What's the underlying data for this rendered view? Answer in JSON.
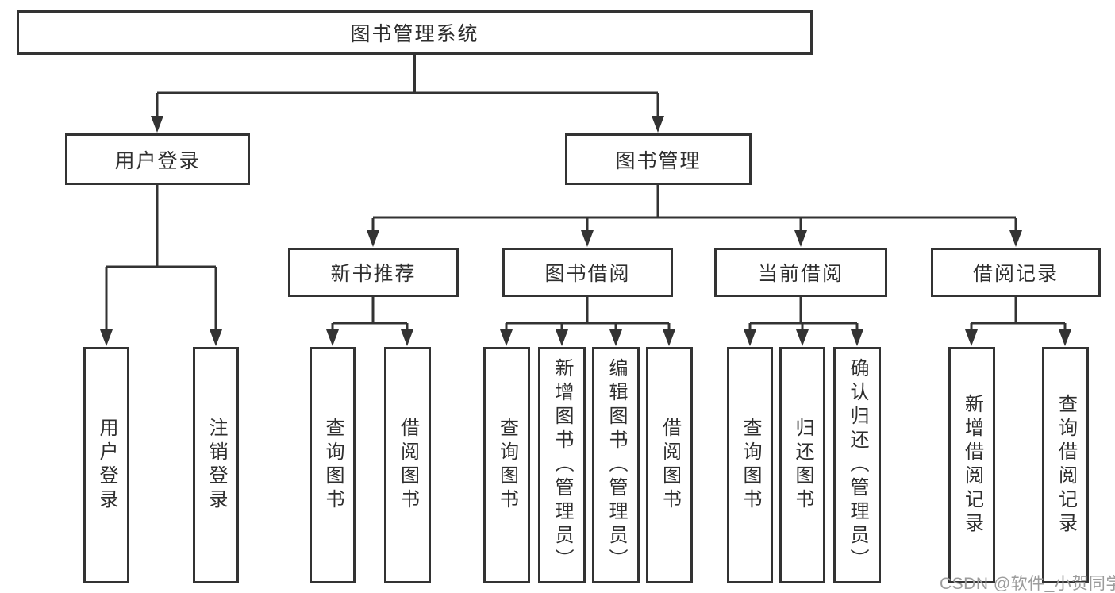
{
  "tree": {
    "root": "图书管理系统",
    "branches": [
      {
        "label": "用户登录",
        "children": [
          "用户登录",
          "注销登录"
        ]
      },
      {
        "label": "图书管理",
        "children": [
          {
            "label": "新书推荐",
            "children": [
              "查询图书",
              "借阅图书"
            ]
          },
          {
            "label": "图书借阅",
            "children": [
              "查询图书",
              "新增图书（管理员）",
              "编辑图书（管理员）",
              "借阅图书"
            ]
          },
          {
            "label": "当前借阅",
            "children": [
              "查询图书",
              "归还图书",
              "确认归还（管理员）"
            ]
          },
          {
            "label": "借阅记录",
            "children": [
              "新增借阅记录",
              "查询借阅记录"
            ]
          }
        ]
      }
    ]
  },
  "watermark": "CSDN @软件_小贺同学",
  "colors": {
    "line": "#333333",
    "box_border": "#333333",
    "text": "#2e2e2e",
    "watermark": "#9c9c9c",
    "background": "#ffffff"
  }
}
